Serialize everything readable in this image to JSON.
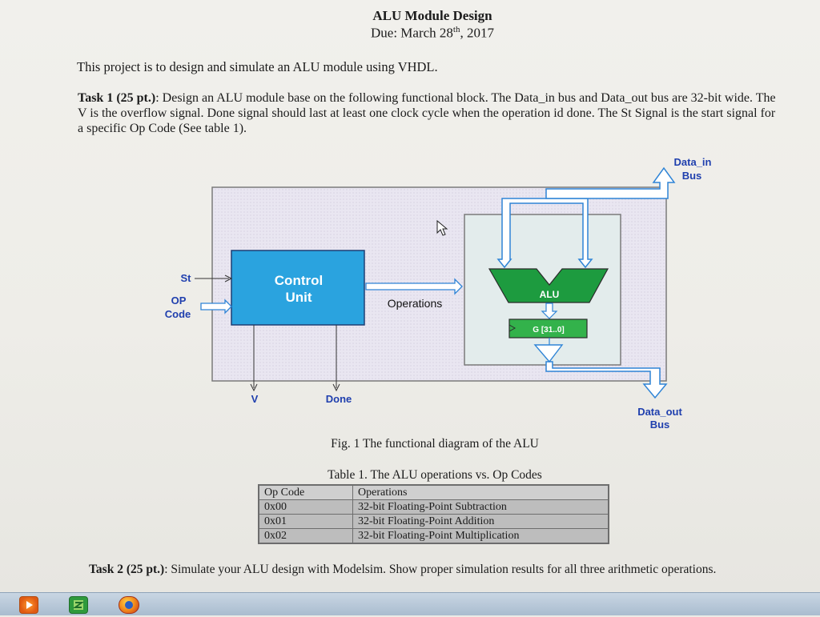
{
  "document": {
    "title": "ALU Module Design",
    "due_prefix": "Due:  March 28",
    "due_sup": "th",
    "due_suffix": ", 2017",
    "intro": "This project is to design and simulate an ALU module using VHDL.",
    "task1_label": "Task 1 (25 pt.)",
    "task1_text": ": Design an ALU module base on the following functional block. The Data_in bus and Data_out bus are 32-bit wide.  The V is the overflow signal.  Done signal should last at least one clock cycle when the operation id done.  The St Signal is the start signal for a specific Op Code (See table 1).",
    "task2_label": "Task 2 (25 pt.)",
    "task2_text": ": Simulate your ALU design with Modelsim.  Show proper simulation results for all three arithmetic operations."
  },
  "diagram": {
    "st": "St",
    "op": "OP",
    "code": "Code",
    "control_line1": "Control",
    "control_line2": "Unit",
    "operations": "Operations",
    "alu": "ALU",
    "g_register": "G [31..0]",
    "v": "V",
    "done": "Done",
    "data_in_line1": "Data_in",
    "data_in_line2": "Bus",
    "data_out_line1": "Data_out",
    "data_out_line2": "Bus",
    "caption": "Fig. 1 The functional diagram of the ALU",
    "colors": {
      "control_unit": "#2aa3df",
      "alu": "#1d9b3f",
      "g_register": "#33b24b",
      "label_blue": "#1f3fae"
    }
  },
  "table": {
    "caption": "Table 1.  The ALU operations vs. Op Codes",
    "headers": [
      "Op Code",
      "Operations"
    ],
    "rows": [
      [
        "0x00",
        "32-bit Floating-Point Subtraction"
      ],
      [
        "0x01",
        "32-bit Floating-Point Addition"
      ],
      [
        "0x02",
        "32-bit Floating-Point Multiplication"
      ]
    ]
  },
  "taskbar": {
    "icons": [
      "media-player-icon",
      "file-manager-icon",
      "firefox-icon"
    ]
  }
}
